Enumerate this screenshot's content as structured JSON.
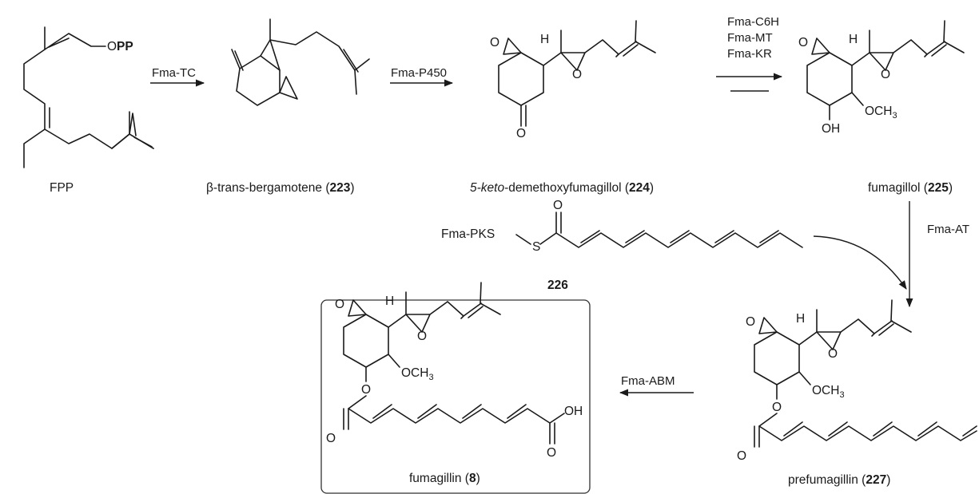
{
  "compounds": {
    "fpp": "FPP",
    "bergamotene": {
      "prefix": "β-trans-bergamotene (",
      "number": "223",
      "suffix": ")"
    },
    "ketodemethoxy": {
      "italic": "5-keto",
      "rest": "-demethoxyfumagillol (",
      "number": "224",
      "suffix": ")"
    },
    "fumagillol": {
      "prefix": "fumagillol (",
      "number": "225",
      "suffix": ")"
    },
    "pks_thioester": {
      "number": "226"
    },
    "prefumagillin": {
      "prefix": "prefumagillin (",
      "number": "227",
      "suffix": ")"
    },
    "fumagillin": {
      "prefix": "fumagillin (",
      "number": "8",
      "suffix": ")"
    }
  },
  "enzymes": {
    "step1": "Fma-TC",
    "step2": "Fma-P450",
    "step3": [
      "Fma-C6H",
      "Fma-MT",
      "Fma-KR"
    ],
    "step4": "Fma-AT",
    "step5": "Fma-ABM"
  },
  "atoms": {
    "opp_o": "O",
    "opp_pp": "PP",
    "oxygen": "O",
    "hydrogen": "H",
    "methoxy_main": "OCH",
    "methoxy_sub": "3",
    "hydroxyl": "OH",
    "acid": "OH",
    "pks": "Fma-PKS",
    "sulfur": "S"
  }
}
